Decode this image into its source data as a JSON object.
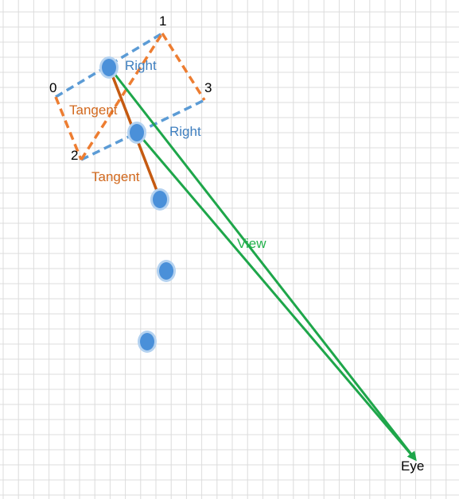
{
  "labels": {
    "corner_0": "0",
    "corner_1": "1",
    "corner_2": "2",
    "corner_3": "3",
    "right_top": "Right",
    "right_mid": "Right",
    "tangent_left": "Tangent",
    "tangent_bottom": "Tangent",
    "view": "View",
    "eye": "Eye"
  },
  "colors": {
    "grid": "#dcdcdc",
    "right_dashed": "#5b9bd5",
    "tangent_dashed": "#ed7d31",
    "tangent_arrow": "#c55a11",
    "view_arrow": "#1ea64a",
    "point_fill": "#4a90d9",
    "point_halo": "#b4d2f0"
  }
}
